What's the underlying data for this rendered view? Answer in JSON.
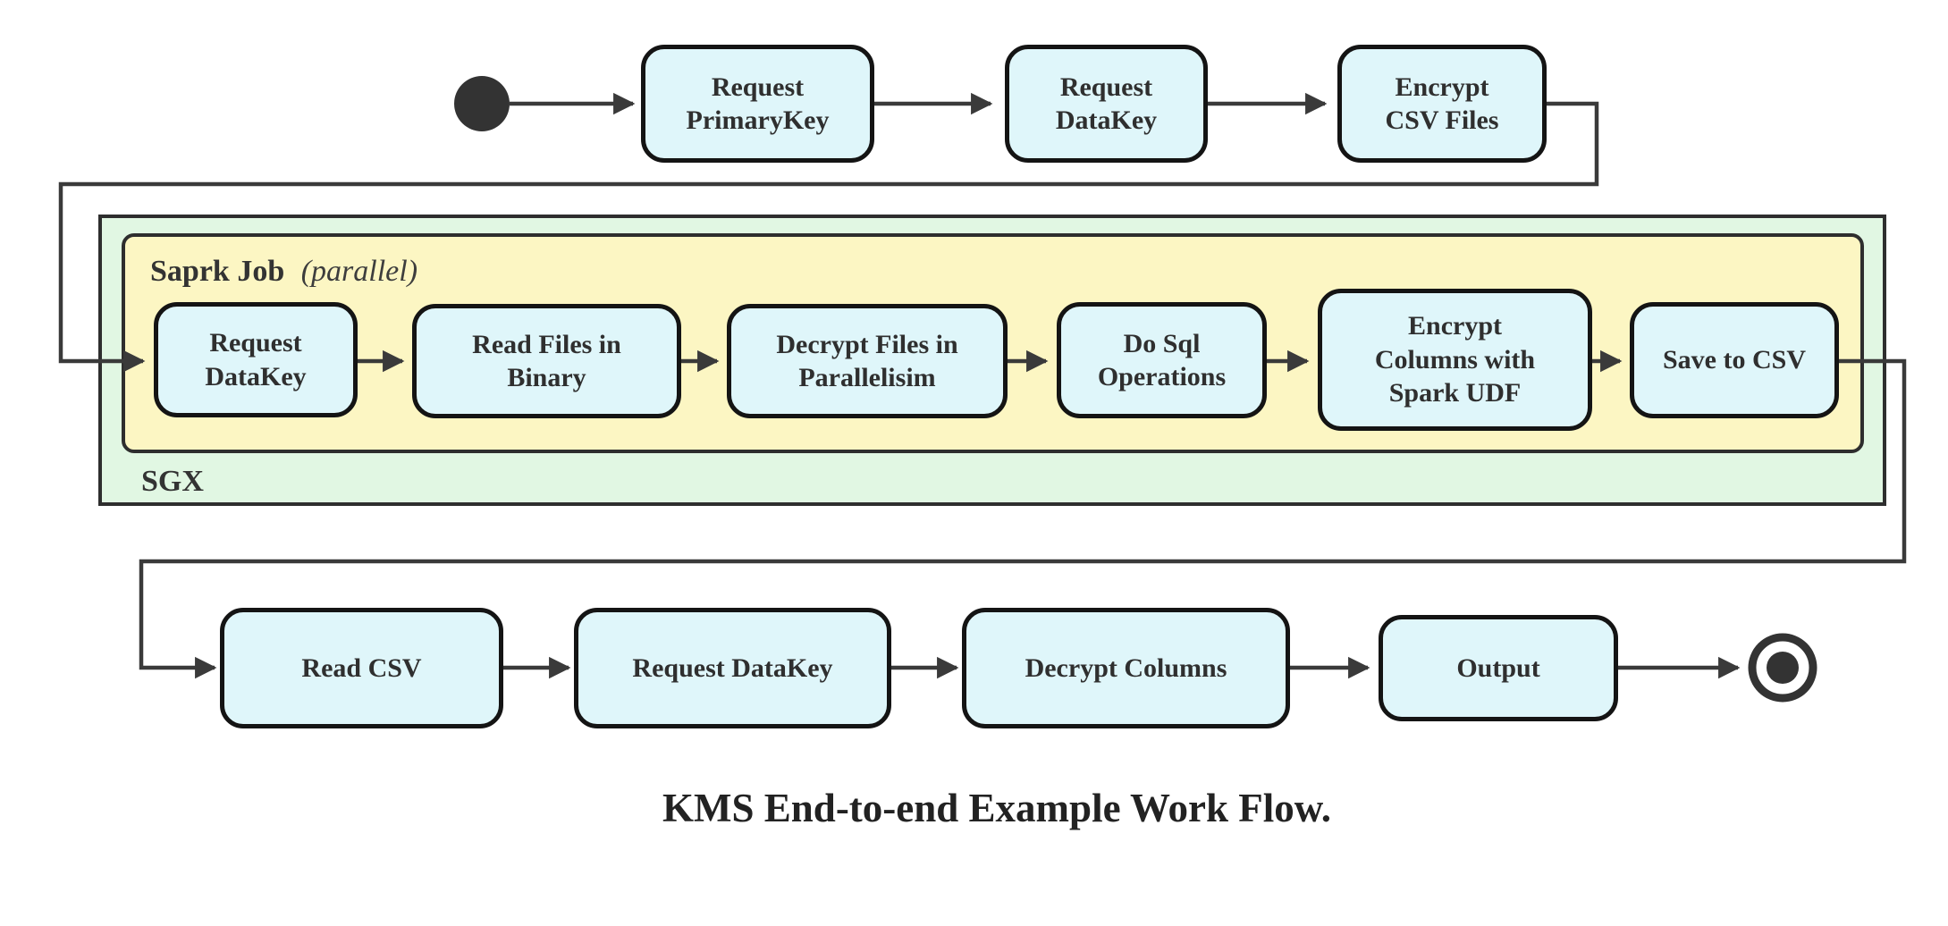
{
  "diagram": {
    "title": "KMS End-to-end Example Work Flow.",
    "type": "activity-flowchart",
    "colors": {
      "node_fill": "#dff6fa",
      "node_border": "#141414",
      "sgx_container_fill": "#e1f7e3",
      "spark_container_fill": "#fcf6c3",
      "container_border": "#2e2e2e",
      "connector": "#3a3a3a",
      "text": "#2f2f2f"
    },
    "containers": {
      "sgx": {
        "label": "SGX"
      },
      "spark_job": {
        "label": "Saprk Job",
        "qualifier": "(parallel)"
      }
    },
    "nodes": {
      "start": "initial-node",
      "request_primarykey": "Request\nPrimaryKey",
      "request_datakey_top": "Request\nDataKey",
      "encrypt_csv_files": "Encrypt\nCSV Files",
      "request_datakey_sgx": "Request\nDataKey",
      "read_files_in_binary": "Read Files in\nBinary",
      "decrypt_files_in_parallelisim": "Decrypt Files in\nParallelisim",
      "do_sql_operations": "Do Sql\nOperations",
      "encrypt_columns_with_spark_udf": "Encrypt\nColumns with\nSpark UDF",
      "save_to_csv": "Save to CSV",
      "read_csv": "Read CSV",
      "request_datakey_bottom": "Request DataKey",
      "decrypt_columns": "Decrypt Columns",
      "output": "Output",
      "end": "final-node"
    },
    "flow": [
      "start",
      "request_primarykey",
      "request_datakey_top",
      "encrypt_csv_files",
      "request_datakey_sgx",
      "read_files_in_binary",
      "decrypt_files_in_parallelisim",
      "do_sql_operations",
      "encrypt_columns_with_spark_udf",
      "save_to_csv",
      "read_csv",
      "request_datakey_bottom",
      "decrypt_columns",
      "output",
      "end"
    ]
  }
}
